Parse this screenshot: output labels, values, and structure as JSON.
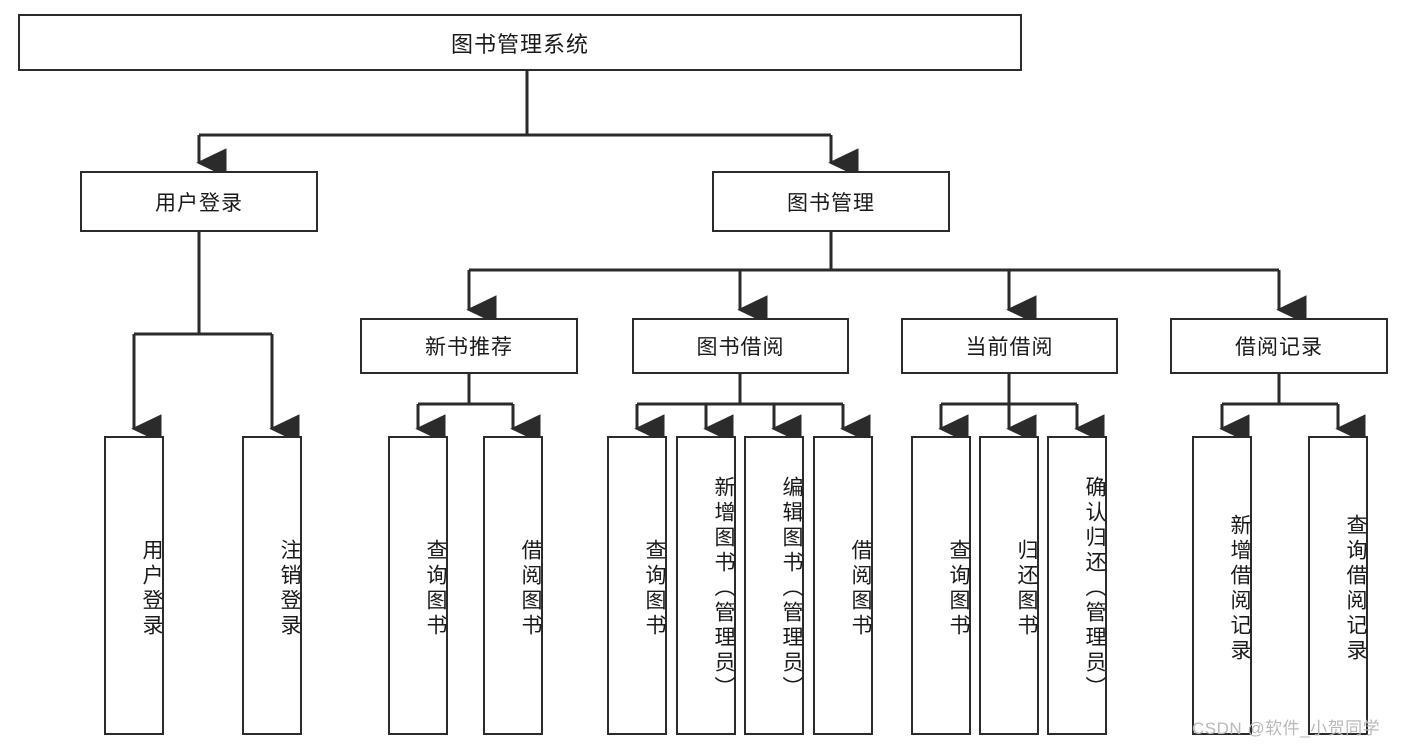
{
  "diagram": {
    "title": "图书管理系统",
    "type": "tree-hierarchy-diagram",
    "stroke_color": "#2b2b2b",
    "fill_color": "#ffffff",
    "text_color": "#1a1a1a",
    "root": {
      "label": "图书管理系统"
    },
    "level1": [
      {
        "label": "用户登录"
      },
      {
        "label": "图书管理"
      }
    ],
    "level2": [
      {
        "label": "新书推荐"
      },
      {
        "label": "图书借阅"
      },
      {
        "label": "当前借阅"
      },
      {
        "label": "借阅记录"
      }
    ],
    "leaves": {
      "user_login": [
        {
          "label": "用户登录"
        },
        {
          "label": "注销登录"
        }
      ],
      "new_book_recommend": [
        {
          "label": "查询图书"
        },
        {
          "label": "借阅图书"
        }
      ],
      "book_borrow": [
        {
          "label": "查询图书"
        },
        {
          "label": "新增图书（管理员）"
        },
        {
          "label": "编辑图书（管理员）"
        },
        {
          "label": "借阅图书"
        }
      ],
      "current_borrow": [
        {
          "label": "查询图书"
        },
        {
          "label": "归还图书"
        },
        {
          "label": "确认归还（管理员）"
        }
      ],
      "borrow_record": [
        {
          "label": "新增借阅记录"
        },
        {
          "label": "查询借阅记录"
        }
      ]
    }
  },
  "watermark": {
    "text": "CSDN @软件_小贺同学"
  }
}
